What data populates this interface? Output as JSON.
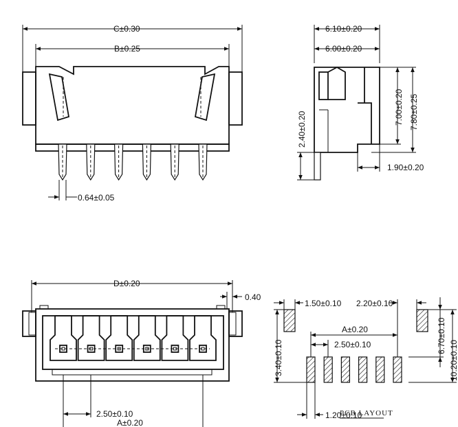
{
  "dimensions": {
    "c": "C±0.30",
    "b": "B±0.25",
    "pin_width": "0.64±0.05",
    "side_total": "6.10±0.20",
    "side_body": "6.00±0.20",
    "side_h1": "7.00±0.20",
    "side_h2": "7.80±0.25",
    "side_pin": "2.40±0.20",
    "side_foot": "1.90±0.20",
    "d": "D±0.20",
    "offset": "0.40",
    "pitch_bottom": "2.50±0.10",
    "a_bottom": "A±0.20",
    "pcb_pad_w": "1.50±0.10",
    "pcb_pad_w2": "2.20±0.10",
    "pcb_a": "A±0.20",
    "pcb_pitch": "2.50±0.10",
    "pcb_h1": "6.70±0.10",
    "pcb_h2": "10.20±0.10",
    "pcb_pin_h": "3.40±0.10",
    "pcb_pin_w": "1.20±0.10"
  },
  "labels": {
    "pcb_layout": "PCB LAYOUT"
  },
  "pins": 6
}
